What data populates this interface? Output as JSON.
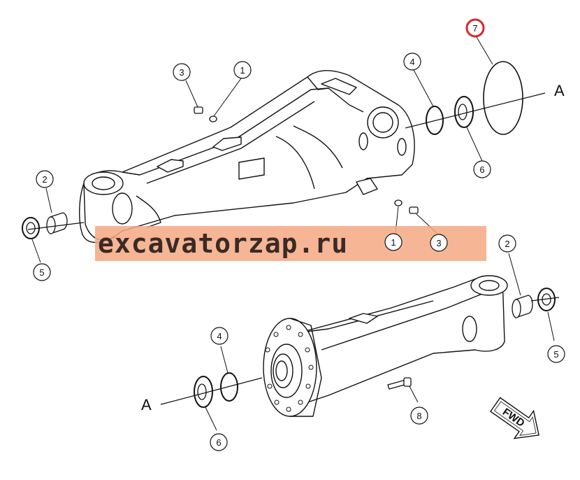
{
  "callouts": [
    {
      "key": "upper-3",
      "label": "3"
    },
    {
      "key": "upper-1",
      "label": "1"
    },
    {
      "key": "upper-4",
      "label": "4"
    },
    {
      "key": "upper-7",
      "label": "7"
    },
    {
      "key": "upper-6",
      "label": "6"
    },
    {
      "key": "upper-2",
      "label": "2"
    },
    {
      "key": "upper-5",
      "label": "5"
    },
    {
      "key": "mid-1",
      "label": "1"
    },
    {
      "key": "mid-3",
      "label": "3"
    },
    {
      "key": "lower-2",
      "label": "2"
    },
    {
      "key": "lower-5",
      "label": "5"
    },
    {
      "key": "lower-4",
      "label": "4"
    },
    {
      "key": "lower-6",
      "label": "6"
    },
    {
      "key": "lower-8",
      "label": "8"
    }
  ],
  "axis_labels": {
    "upper": "A",
    "lower": "A"
  },
  "direction_label": "FWD",
  "watermark": "excavatorzap.ru",
  "colors": {
    "watermark_band": "#f5a882",
    "highlight": "#d62828",
    "line": "#111111"
  }
}
